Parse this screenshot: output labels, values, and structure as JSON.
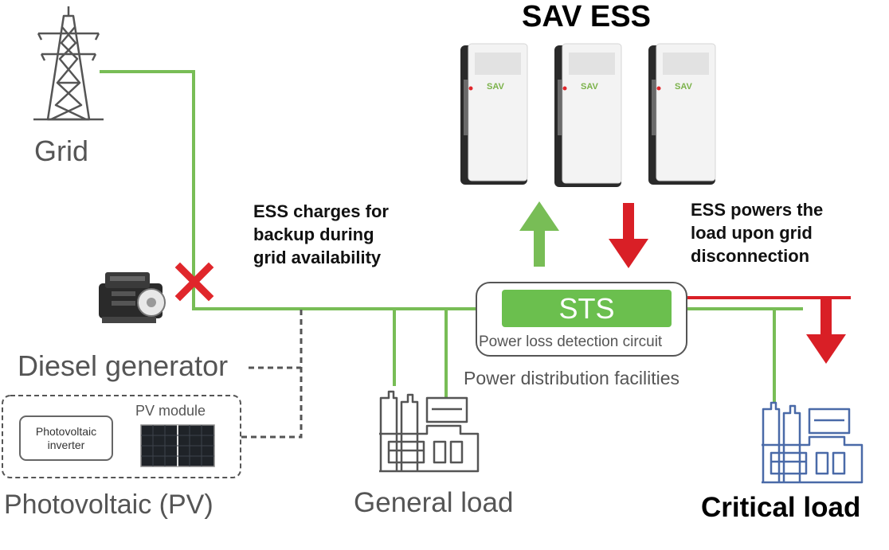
{
  "title": "SAV ESS",
  "sources": {
    "grid": "Grid",
    "diesel_generator": "Diesel generator",
    "pv_module": "PV module",
    "pv_inverter": "Photovoltaic inverter",
    "photovoltaic": "Photovoltaic (PV)"
  },
  "notes": {
    "charge": "ESS charges for\nbackup during\ngrid availability",
    "discharge": "ESS powers the\nload upon grid\ndisconnection"
  },
  "sts": {
    "label": "STS",
    "sub_label": "Power loss detection circuit",
    "facilities": "Power distribution facilities"
  },
  "loads": {
    "general": "General load",
    "critical": "Critical load"
  },
  "ess_brand": "SAV",
  "colors": {
    "line_green": "#78bd56",
    "sts_green": "#6bbf4e",
    "cross_red": "#e0262b",
    "arrow_red": "#d91f26",
    "dashed_gray": "#555555",
    "icon_blue": "#4a6aa8"
  },
  "icons": [
    "transmission-tower-icon",
    "diesel-engine-icon",
    "solar-panel-icon",
    "ess-cabinet-icon",
    "factory-icon",
    "disconnect-cross-icon"
  ]
}
